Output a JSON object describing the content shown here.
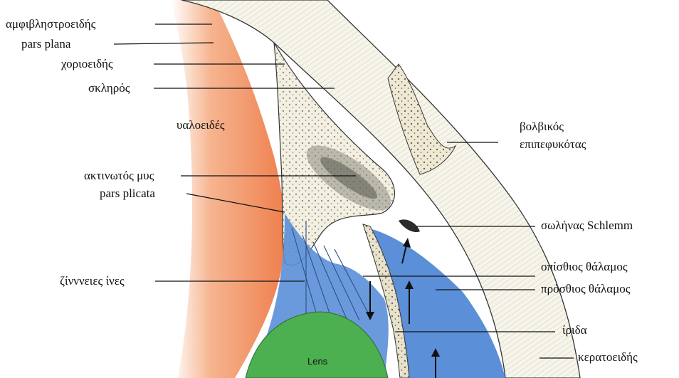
{
  "labels": {
    "retina": "αμφιβληστροειδής",
    "pars_plana": "pars plana",
    "choroid": "χοριοειδής",
    "sclera": "σκληρός",
    "vitreous": "υαλοειδές",
    "ciliary_muscle": "ακτινωτός μυς",
    "pars_plicata": "pars plicata",
    "zonular_fibers": "ζίνννειες ίνες",
    "bulbar_conjunctiva_1": "βολβικός",
    "bulbar_conjunctiva_2": "επιπεφυκότας",
    "schlemm_canal": "σωλήνας Schlemm",
    "posterior_chamber": "οπίσθιος θάλαμος",
    "anterior_chamber": "πρόσθιος θάλαμος",
    "iris": "ίριδα",
    "cornea": "κερατοειδής",
    "lens": "Lens"
  },
  "colors": {
    "vitreous_orange": "#f08a5d",
    "chamber_blue": "#5b8fd8",
    "lens_green": "#4caf50",
    "tissue": "#f4f1e6",
    "line": "#1a1a1a"
  }
}
